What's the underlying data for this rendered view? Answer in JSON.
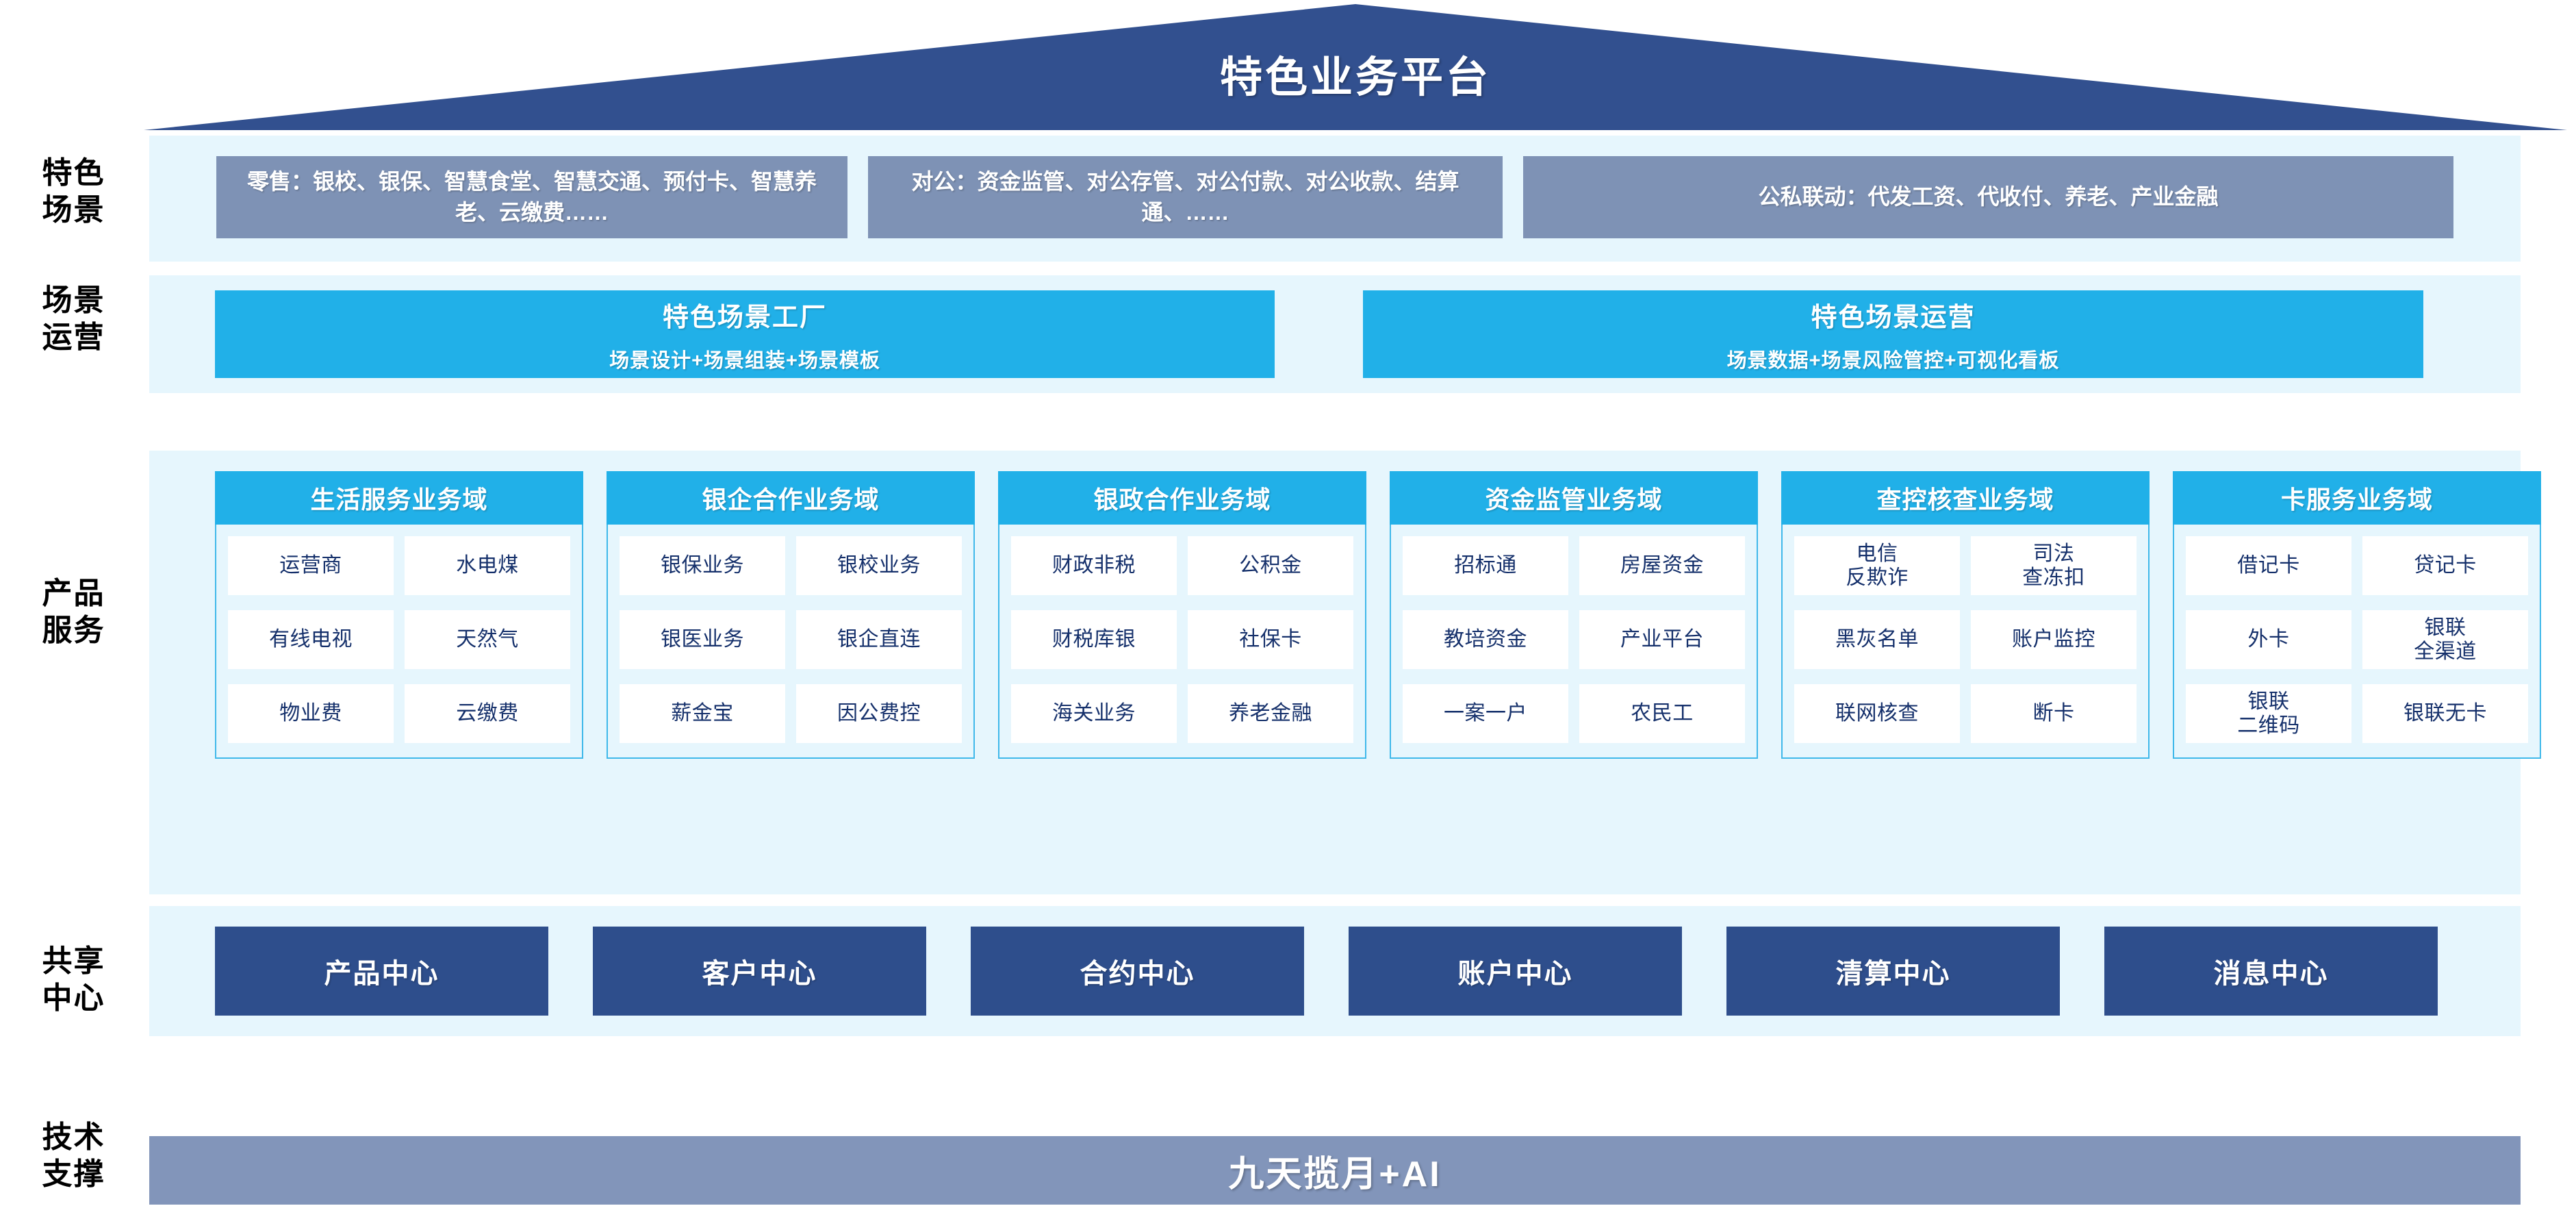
{
  "header": {
    "title": "特色业务平台"
  },
  "rails": [
    {
      "label": "特色\n场景"
    },
    {
      "label": "场景\n运营"
    },
    {
      "label": "产品\n服务"
    },
    {
      "label": "共享\n中心"
    },
    {
      "label": "技术\n支撑"
    }
  ],
  "scenarios": [
    {
      "name": "retail",
      "text": "零售：银校、银保、智慧食堂、智慧交通、预付卡、智慧养老、云缴费……"
    },
    {
      "name": "corporate",
      "text": "对公：资金监管、对公存管、对公付款、对公收款、结算通、……"
    },
    {
      "name": "public-private",
      "text": "公私联动：代发工资、代收付、养老、产业金融"
    }
  ],
  "operations": [
    {
      "name": "scene-factory",
      "title": "特色场景工厂",
      "subtitle": "场景设计+场景组装+场景模板"
    },
    {
      "name": "scene-operation",
      "title": "特色场景运营",
      "subtitle": "场景数据+场景风险管控+可视化看板"
    }
  ],
  "domains": [
    {
      "name": "life-service",
      "title": "生活服务业务域",
      "items": [
        "运营商",
        "水电煤",
        "有线电视",
        "天然气",
        "物业费",
        "云缴费"
      ]
    },
    {
      "name": "bank-enterprise",
      "title": "银企合作业务域",
      "items": [
        "银保业务",
        "银校业务",
        "银医业务",
        "银企直连",
        "薪金宝",
        "因公费控"
      ]
    },
    {
      "name": "bank-government",
      "title": "银政合作业务域",
      "items": [
        "财政非税",
        "公积金",
        "财税库银",
        "社保卡",
        "海关业务",
        "养老金融"
      ]
    },
    {
      "name": "fund-supervision",
      "title": "资金监管业务域",
      "items": [
        "招标通",
        "房屋资金",
        "教培资金",
        "产业平台",
        "一案一户",
        "农民工"
      ]
    },
    {
      "name": "investigation-control",
      "title": "查控核查业务域",
      "items": [
        "电信\n反欺诈",
        "司法\n查冻扣",
        "黑灰名单",
        "账户监控",
        "联网核查",
        "断卡"
      ]
    },
    {
      "name": "card-service",
      "title": "卡服务业务域",
      "items": [
        "借记卡",
        "贷记卡",
        "外卡",
        "银联\n全渠道",
        "银联\n二维码",
        "银联无卡"
      ]
    }
  ],
  "shared_centers": [
    {
      "name": "product-center",
      "label": "产品中心"
    },
    {
      "name": "customer-center",
      "label": "客户中心"
    },
    {
      "name": "contract-center",
      "label": "合约中心"
    },
    {
      "name": "account-center",
      "label": "账户中心"
    },
    {
      "name": "clearing-center",
      "label": "清算中心"
    },
    {
      "name": "message-center",
      "label": "消息中心"
    }
  ],
  "tech_support": {
    "label": "九天揽月+AI"
  },
  "colors": {
    "roof": "#32508f",
    "band": "#e6f6fd",
    "scenario_box": "#7e92b5",
    "operation_box": "#21b0e8",
    "domain_header": "#21b0e8",
    "domain_border": "#3fb8ea",
    "domain_cell": "#ffffff",
    "domain_text": "#15306b",
    "shared_center": "#2e4e8c",
    "tech_support": "#8295ba"
  }
}
